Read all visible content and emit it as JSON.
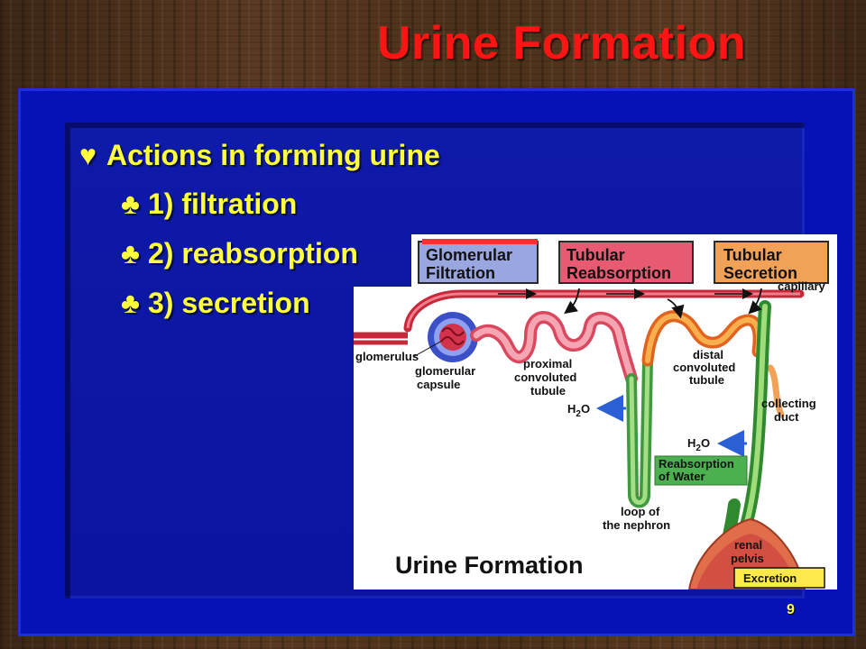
{
  "slide": {
    "title": "Urine Formation",
    "slide_number": "9",
    "bullets": [
      {
        "symbol": "♥",
        "text": "Actions in forming urine",
        "level": 1
      },
      {
        "symbol": "♣",
        "text": "1) filtration",
        "level": 2
      },
      {
        "symbol": "♣",
        "text": "2) reabsorption",
        "level": 2
      },
      {
        "symbol": "♣",
        "text": "3) secretion",
        "level": 2
      }
    ]
  },
  "figure": {
    "headers": {
      "filtration": "Glomerular Filtration",
      "reabsorption": "Tubular Reabsorption",
      "secretion": "Tubular Secretion"
    },
    "labels": {
      "capillary": "capillary",
      "glomerulus": "glomerulus",
      "glomerular_capsule": "glomerular capsule",
      "proximal_tubule": "proximal convoluted tubule",
      "distal_tubule": "distal convoluted tubule",
      "collecting_duct": "collecting duct",
      "h2o_1": "H2O",
      "h2o_2": "H2O",
      "reabsorption_water": "Reabsorption of Water",
      "loop": "loop of the nephron",
      "renal_pelvis": "renal pelvis",
      "excretion": "Excretion",
      "figure_title": "Urine Formation"
    }
  },
  "colors": {
    "title": "#ff1414",
    "bullet_text": "#ffff3c",
    "frame_blue": "#0712b6",
    "filtration_box": "#9aa6e0",
    "reabsorption_box": "#e85a72",
    "secretion_box": "#f2a257",
    "reabsorption_water_box": "#4caf50",
    "excretion_box": "#ffe84a"
  }
}
